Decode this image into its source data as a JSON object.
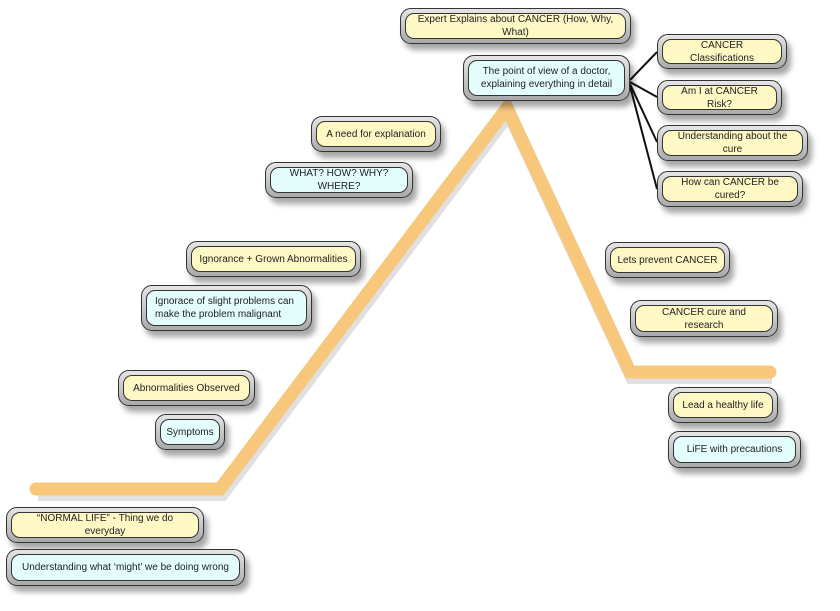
{
  "colors": {
    "path": "#f7c77c",
    "yellow": "#fdf8c4",
    "cyan": "#e3fdfd"
  },
  "nodes": [
    {
      "id": "expert",
      "text": "Expert Explains about CANCER (How, Why, What)",
      "color": "yellow"
    },
    {
      "id": "doctor",
      "text": "The point of view of a doctor, explaining everything in detail",
      "color": "cyan"
    },
    {
      "id": "classifications",
      "text": "CANCER Classifications",
      "color": "yellow"
    },
    {
      "id": "risk",
      "text": "Am I at CANCER Risk?",
      "color": "yellow"
    },
    {
      "id": "cure-understanding",
      "text": "Understanding about the cure",
      "color": "yellow"
    },
    {
      "id": "how-cured",
      "text": "How can CANCER be cured?",
      "color": "yellow"
    },
    {
      "id": "need-explanation",
      "text": "A need for explanation",
      "color": "yellow"
    },
    {
      "id": "questions",
      "text": "WHAT? HOW? WHY? WHERE?",
      "color": "cyan"
    },
    {
      "id": "ignorance-grown",
      "text": "Ignorance + Grown Abnormalities",
      "color": "yellow"
    },
    {
      "id": "ignorance-slight",
      "text": "Ignorace of slight problems can make the problem malignant",
      "color": "cyan"
    },
    {
      "id": "prevent",
      "text": "Lets prevent CANCER",
      "color": "yellow"
    },
    {
      "id": "research",
      "text": "CANCER cure and research",
      "color": "yellow"
    },
    {
      "id": "abnormalities",
      "text": "Abnormalities Observed",
      "color": "yellow"
    },
    {
      "id": "symptoms",
      "text": "Symptoms",
      "color": "cyan"
    },
    {
      "id": "healthy",
      "text": "Lead a healthy life",
      "color": "yellow"
    },
    {
      "id": "precautions",
      "text": "LiFE with precautions",
      "color": "cyan"
    },
    {
      "id": "normal-life",
      "text": "“NORMAL LIFE” - Thing we do everyday",
      "color": "yellow"
    },
    {
      "id": "doing-wrong",
      "text": "Understanding what ‘might’ we be doing wrong",
      "color": "cyan"
    }
  ]
}
